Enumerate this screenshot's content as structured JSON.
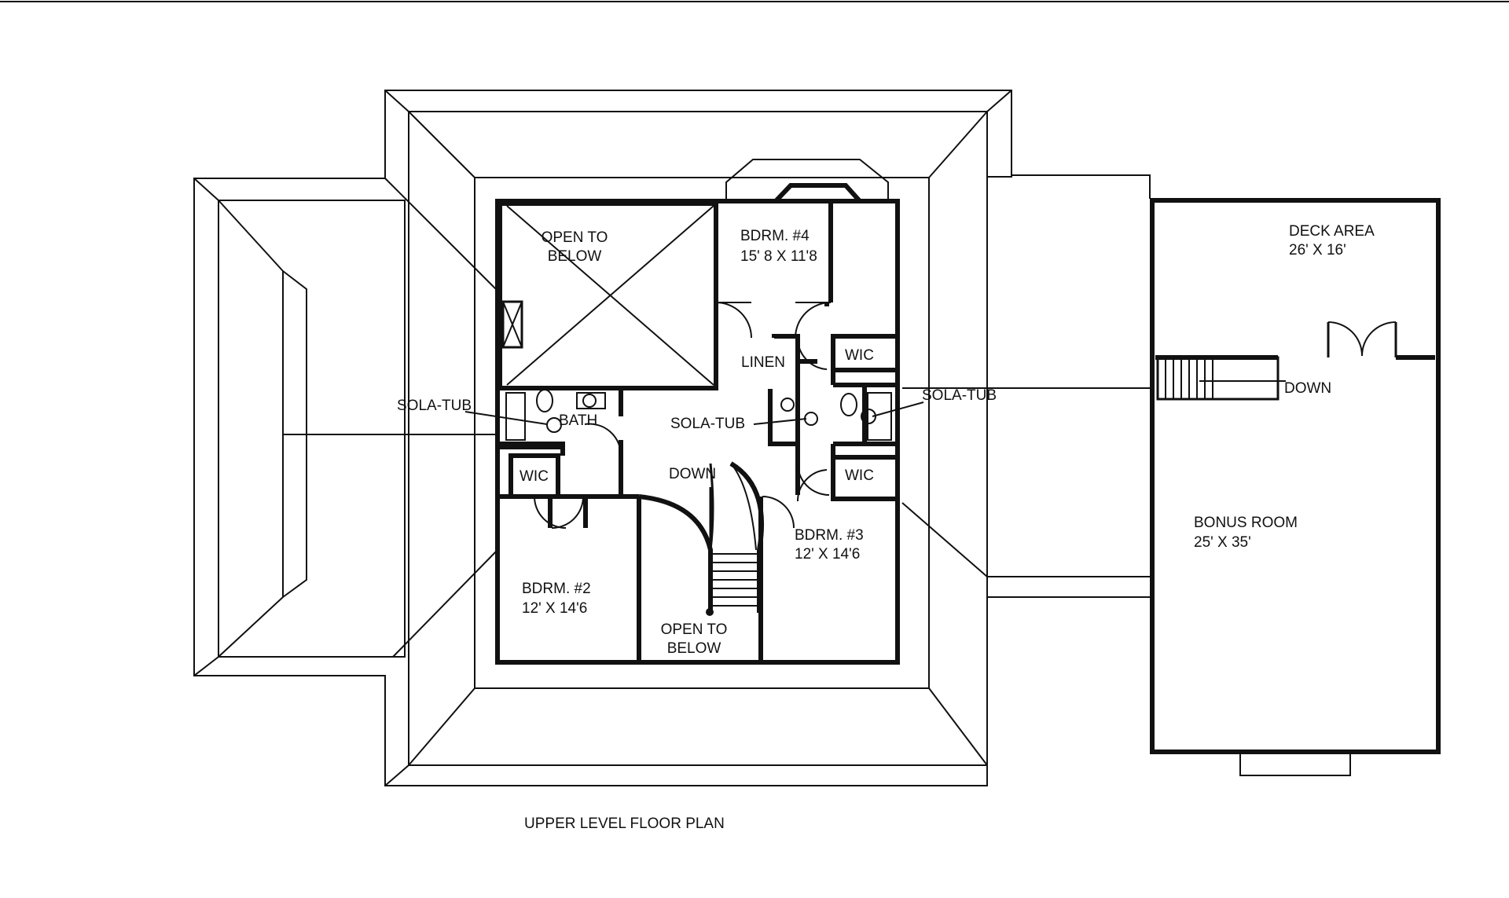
{
  "plan": {
    "title": "UPPER LEVEL FLOOR PLAN",
    "rooms": {
      "open_to_below_top": [
        "OPEN TO",
        "BELOW"
      ],
      "bedroom4": {
        "name": "BDRM. #4",
        "size": "15' 8 X 11'8"
      },
      "linen": "LINEN",
      "wic_top_right": "WIC",
      "sola_tub_left": "SOLA-TUB",
      "bath": "BATH",
      "sola_tub_center": "SOLA-TUB",
      "sola_tub_right": "SOLA-TUB",
      "wic_left": "WIC",
      "stair_down": "DOWN",
      "wic_bottom_right": "WIC",
      "bedroom3": {
        "name": "BDRM. #3",
        "size": "12' X 14'6"
      },
      "bedroom2": {
        "name": "BDRM. #2",
        "size": "12' X 14'6"
      },
      "open_to_below_bottom": [
        "OPEN TO",
        "BELOW"
      ],
      "deck": {
        "name": "DECK AREA",
        "size": "26' X 16'"
      },
      "deck_stair_down": "DOWN",
      "bonus_room": {
        "name": "BONUS ROOM",
        "size": "25' X 35'"
      }
    }
  }
}
